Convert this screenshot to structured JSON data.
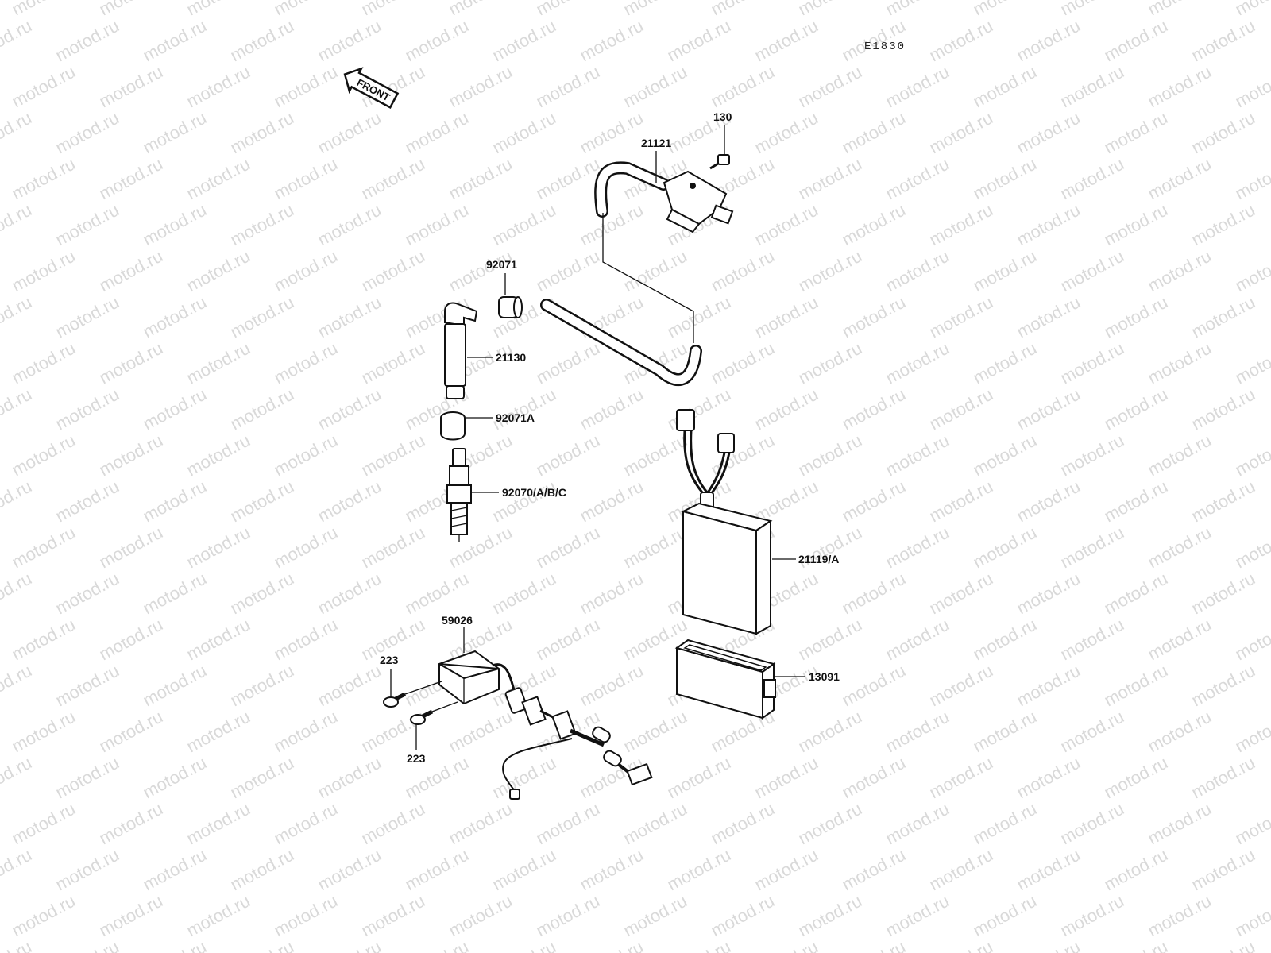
{
  "diagram": {
    "code": "E1830",
    "front_label": "FRONT",
    "watermark": "motod.ru",
    "parts": [
      {
        "id": "130",
        "label": "130"
      },
      {
        "id": "21121",
        "label": "21121"
      },
      {
        "id": "92071",
        "label": "92071"
      },
      {
        "id": "21130",
        "label": "21130"
      },
      {
        "id": "92071A",
        "label": "92071A"
      },
      {
        "id": "92070",
        "label": "92070/A/B/C"
      },
      {
        "id": "21119",
        "label": "21119/A"
      },
      {
        "id": "59026",
        "label": "59026"
      },
      {
        "id": "223a",
        "label": "223"
      },
      {
        "id": "223b",
        "label": "223"
      },
      {
        "id": "13091",
        "label": "13091"
      }
    ]
  }
}
